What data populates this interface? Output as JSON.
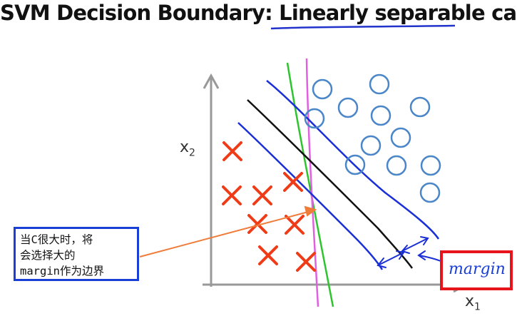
{
  "title": {
    "prefix": "SVM Decision Boundary: ",
    "highlight": "Linearly separable",
    "suffix": " case"
  },
  "axes": {
    "x_label": "x",
    "x_sub": "1",
    "y_label": "x",
    "y_sub": "2"
  },
  "annotation": {
    "lines": [
      "当C很大时，将",
      "会选择大的",
      "margin作为边界"
    ]
  },
  "margin_label": "margin",
  "colors": {
    "cross": "#ef3b17",
    "circle": "#4a86c8",
    "margin_line": "#1a2fd6",
    "boundary": "#111111",
    "green_line": "#2ec42e",
    "magenta_line": "#e060e0",
    "arrow": "#f07c3a",
    "box_blue": "#1a3fd6",
    "box_red": "#e8141b"
  }
}
